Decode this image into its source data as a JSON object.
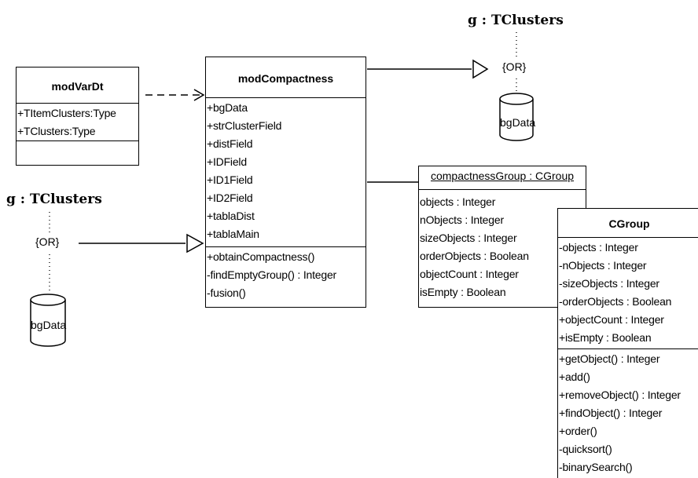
{
  "modVarDt": {
    "name": "modVarDt",
    "attributes": [
      "+TItemClusters:Type",
      "+TClusters:Type"
    ]
  },
  "modCompactness": {
    "name": "modCompactness",
    "attributes": [
      "+bgData",
      "+strClusterField",
      "+distField",
      "+IDField",
      "+ID1Field",
      "+ID2Field",
      "+tablaDist",
      "+tablaMain"
    ],
    "operations": [
      "+obtainCompactness()",
      "-findEmptyGroup() : Integer",
      "-fusion()"
    ]
  },
  "compactnessGroup": {
    "name": "compactnessGroup : CGroup",
    "attributes": [
      "objects : Integer",
      "nObjects : Integer",
      "sizeObjects : Integer",
      "orderObjects : Boolean",
      "objectCount : Integer",
      "isEmpty : Boolean"
    ]
  },
  "CGroup": {
    "name": "CGroup",
    "attributes": [
      "-objects : Integer",
      "-nObjects : Integer",
      "-sizeObjects : Integer",
      "-orderObjects : Boolean",
      "+objectCount : Integer",
      "+isEmpty : Boolean"
    ],
    "operations": [
      "+getObject() : Integer",
      "+add()",
      "+removeObject() : Integer",
      "+findObject() : Integer",
      "+order()",
      "-quicksort()",
      "-binarySearch()"
    ]
  },
  "clusters_top": {
    "label": "g : TClusters",
    "or": "{OR}",
    "db": "bgData"
  },
  "clusters_left": {
    "label": "g : TClusters",
    "or": "{OR}",
    "db": "bgData"
  }
}
